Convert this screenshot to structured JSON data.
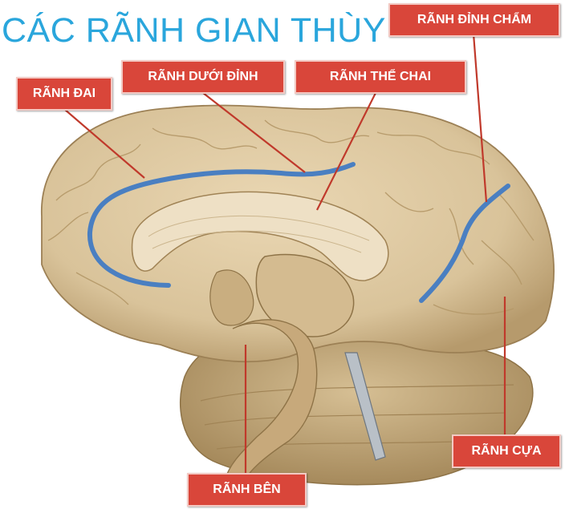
{
  "title": "CÁC RÃNH GIAN THÙY",
  "labels": {
    "cingulate": "RÃNH ĐAI",
    "subparietal": "RÃNH DƯỚI ĐỈNH",
    "callosal": "RÃNH THỂ CHAI",
    "parieto_occipital": "RÃNH ĐỈNH CHẨM",
    "calcarine": "RÃNH CỰA",
    "lateral": "RÃNH BÊN"
  },
  "colors": {
    "title": "#2aa6dc",
    "label_bg": "#d9463a",
    "sulcus_line": "#4a7fc1",
    "brain": "#d9c39a"
  }
}
